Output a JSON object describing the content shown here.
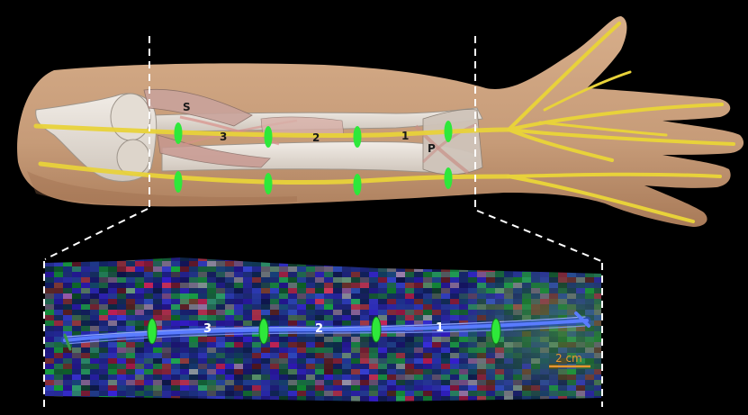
{
  "top_panel": {
    "labels": {
      "s": "S",
      "p": "P",
      "seg3": "3",
      "seg2": "2",
      "seg1": "1"
    }
  },
  "bottom_panel": {
    "labels": {
      "seg3": "3",
      "seg2": "2",
      "seg1": "1"
    },
    "scale_bar": {
      "text": "2 cm"
    }
  },
  "colors": {
    "background": "#000000",
    "skin": "#c9a07c",
    "nerve": "#e8d23a",
    "marker": "#2ee83a",
    "tract": "#5a7cff",
    "scale_bar": "#e8952e",
    "guide_lines": "#ffffff"
  }
}
